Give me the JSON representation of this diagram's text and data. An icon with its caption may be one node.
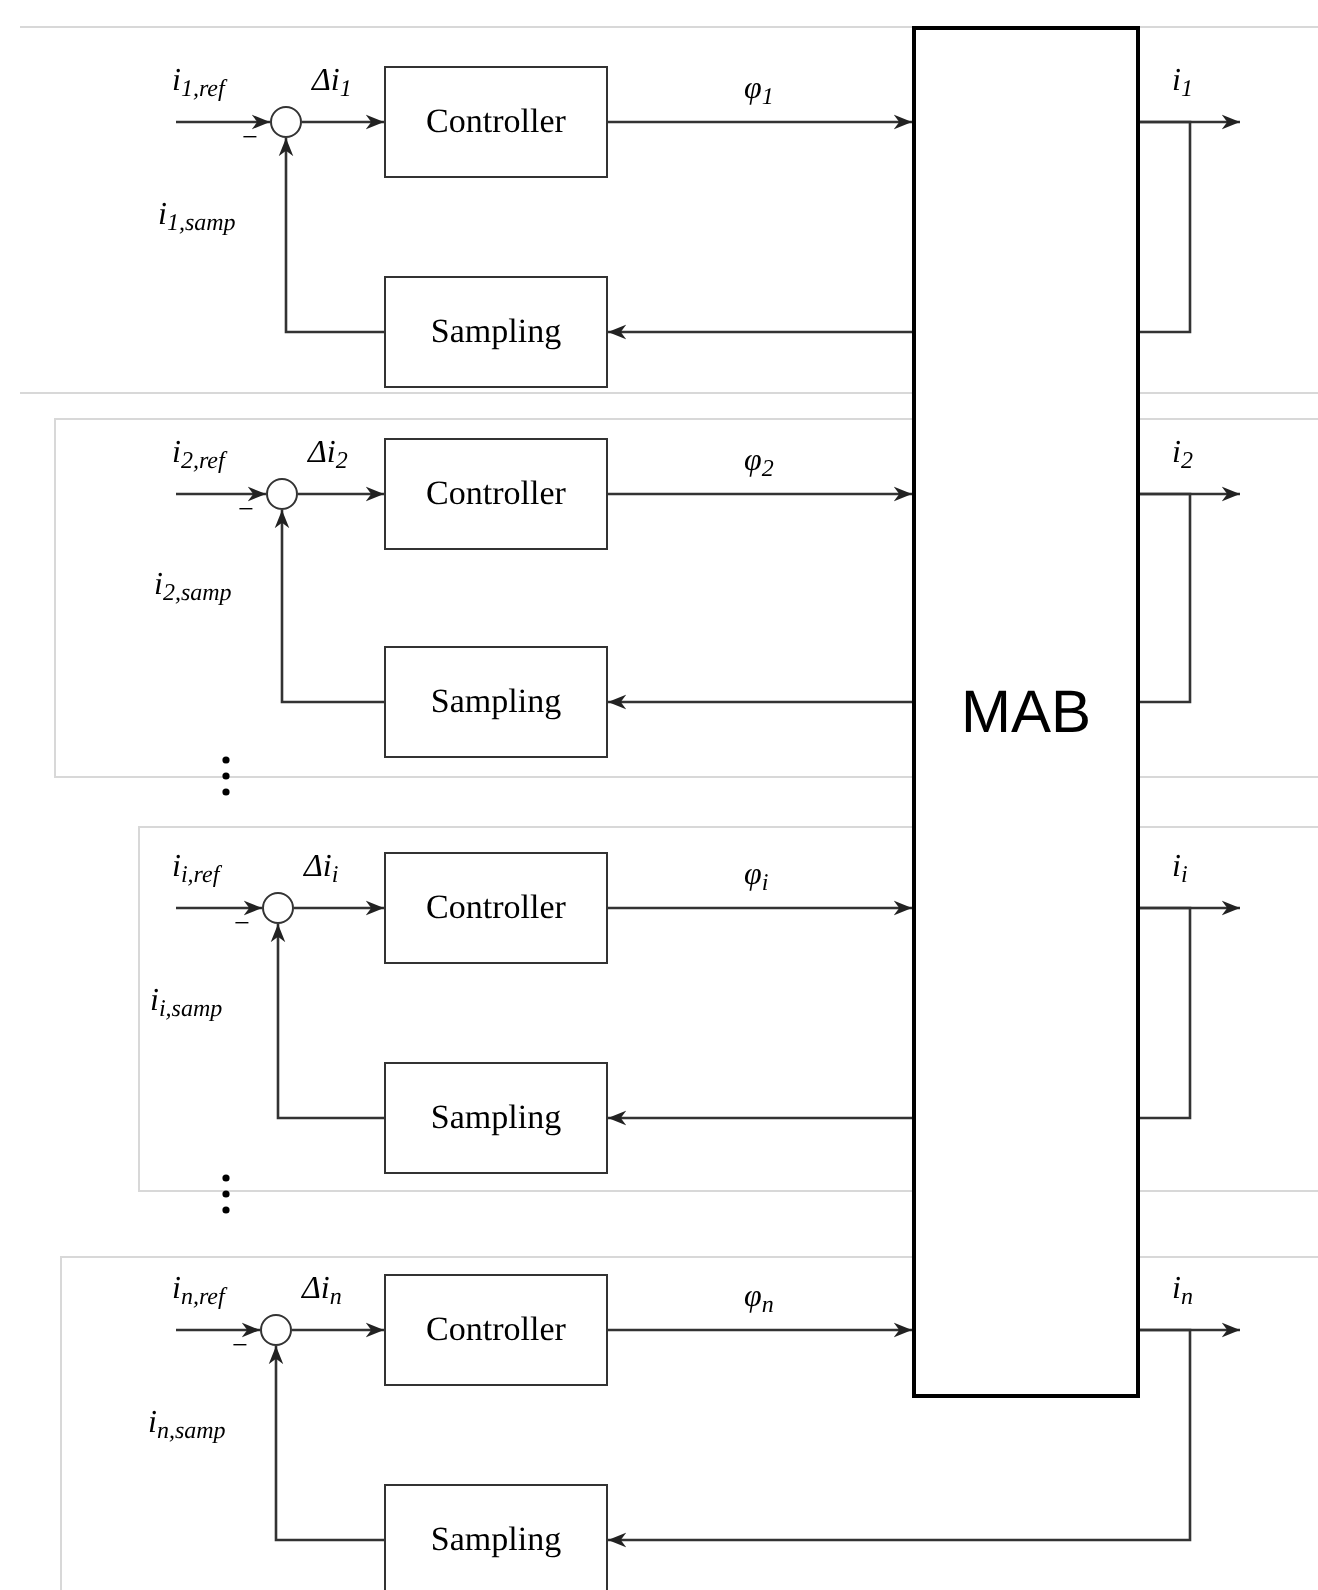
{
  "diagram": {
    "nodes": [
      {
        "text": [],
        "shape": "circle"
      },
      {
        "text": [
          "Controller"
        ]
      },
      {
        "text": [
          "Sampling"
        ]
      },
      {
        "text": [],
        "shape": "circle"
      },
      {
        "text": [
          "Controller"
        ]
      },
      {
        "text": [
          "Sampling"
        ]
      },
      {
        "text": [],
        "shape": "circle"
      },
      {
        "text": [
          "Controller"
        ]
      },
      {
        "text": [
          "Sampling"
        ]
      },
      {
        "text": [],
        "shape": "circle"
      },
      {
        "text": [
          "Controller"
        ]
      },
      {
        "text": [
          "Sampling"
        ]
      },
      {
        "text": [
          "MAB"
        ]
      }
    ],
    "edges": [
      {
        "from": null,
        "to": 0,
        "arrow": "to",
        "label": "i$_{1,ref}$"
      },
      {
        "from": 0,
        "to": 1,
        "arrow": "to",
        "label": "Δi$_{1}$"
      },
      {
        "from": 1,
        "to": 12,
        "arrow": "to",
        "label": "φ$_{1}$"
      },
      {
        "from": 12,
        "to": null,
        "arrow": "to",
        "label": "i$_{1}$"
      },
      {
        "from": 12,
        "to": 2,
        "arrow": "to"
      },
      {
        "from": 2,
        "to": 0,
        "arrow": "to",
        "label": "i$_{1,samp}$"
      },
      {
        "from": null,
        "to": 3,
        "arrow": "to",
        "label": "i$_{2,ref}$"
      },
      {
        "from": 3,
        "to": 4,
        "arrow": "to",
        "label": "Δi$_{2}$"
      },
      {
        "from": 4,
        "to": 12,
        "arrow": "to",
        "label": "φ$_{2}$"
      },
      {
        "from": 12,
        "to": null,
        "arrow": "to",
        "label": "i$_{2}$"
      },
      {
        "from": 12,
        "to": 5,
        "arrow": "to"
      },
      {
        "from": 5,
        "to": 3,
        "arrow": "to",
        "label": "i$_{2,samp}$"
      },
      {
        "from": null,
        "to": 6,
        "arrow": "to",
        "label": "i$_{i,ref}$"
      },
      {
        "from": 6,
        "to": 7,
        "arrow": "to",
        "label": "Δi$_{i}$"
      },
      {
        "from": 7,
        "to": 12,
        "arrow": "to",
        "label": "φ$_{i}$"
      },
      {
        "from": 12,
        "to": null,
        "arrow": "to",
        "label": "i$_{i}$"
      },
      {
        "from": 12,
        "to": 8,
        "arrow": "to"
      },
      {
        "from": 8,
        "to": 6,
        "arrow": "to",
        "label": "i$_{i,samp}$"
      },
      {
        "from": null,
        "to": 9,
        "arrow": "to",
        "label": "i$_{n,ref}$"
      },
      {
        "from": 9,
        "to": 10,
        "arrow": "to",
        "label": "Δi$_{n}$"
      },
      {
        "from": 10,
        "to": 12,
        "arrow": "to",
        "label": "φ$_{n}$"
      },
      {
        "from": 12,
        "to": null,
        "arrow": "to",
        "label": "i$_{n}$"
      },
      {
        "from": 12,
        "to": 11,
        "arrow": "to"
      },
      {
        "from": 11,
        "to": 9,
        "arrow": "to",
        "label": "i$_{n,samp}$"
      }
    ],
    "labels": [
      "−",
      "−",
      "−",
      "−"
    ]
  }
}
